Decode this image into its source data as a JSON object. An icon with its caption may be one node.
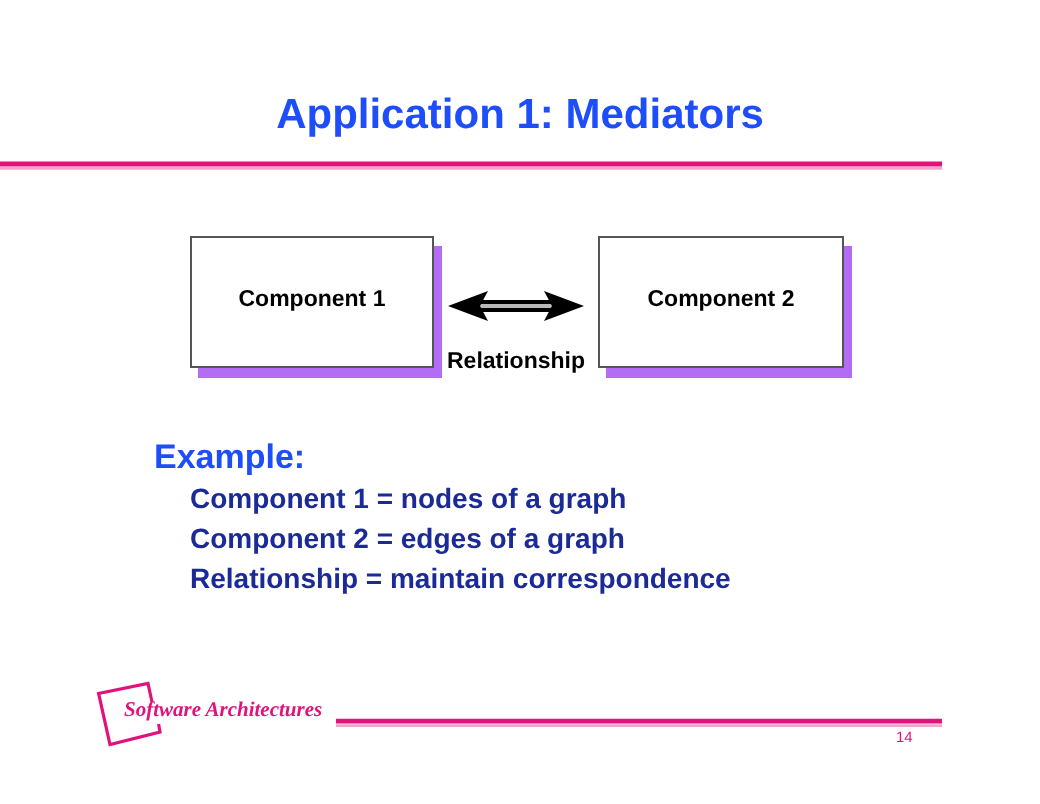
{
  "diagram": {
    "title": "Application 1: Mediators",
    "nodes": [
      {
        "text": [
          "Component 1"
        ]
      },
      {
        "text": [
          "Component 2"
        ]
      }
    ],
    "edges": [
      {
        "from": 0,
        "to": 1,
        "arrow": "both",
        "label": "Relationship",
        "style": "thick"
      }
    ],
    "labels": [
      "Example:",
      "Component 1 = nodes of a graph",
      "Component 2 = edges of a graph",
      "Relationship = maintain correspondence",
      "Software Architectures",
      "14"
    ]
  }
}
